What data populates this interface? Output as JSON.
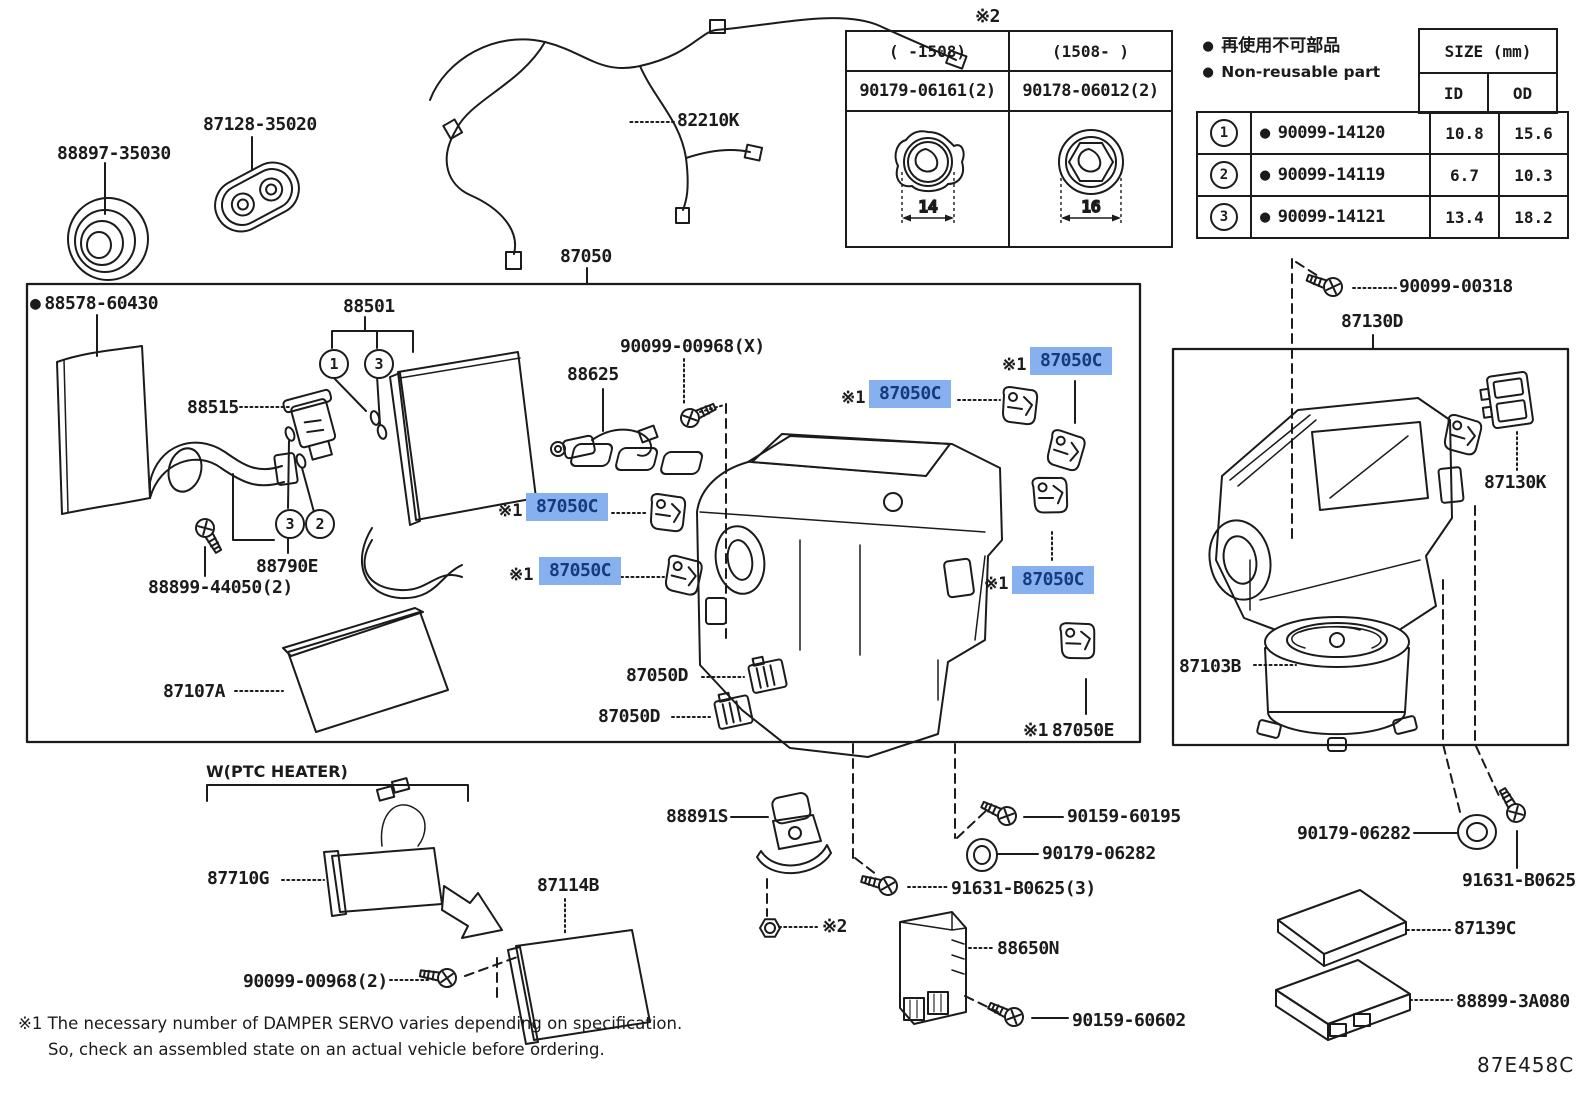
{
  "diagram": {
    "code": "87E458C",
    "highlight_bg": "#86b1ee",
    "highlight_text": "#163a80",
    "line_color": "#1b1b1b"
  },
  "legend": {
    "bullet": "●",
    "jp": "再使用不可部品",
    "en": "Non-reusable part"
  },
  "variant_table": {
    "note_mark": "※2",
    "columns": [
      {
        "range": "(      -1508)",
        "part": "90179-06161(2)",
        "size": "14"
      },
      {
        "range": "(1508-      )",
        "part": "90178-06012(2)",
        "size": "16"
      }
    ]
  },
  "size_table": {
    "title": "SIZE (mm)",
    "col_id": "ID",
    "col_od": "OD",
    "bullet": "●",
    "rows": [
      {
        "ref": "1",
        "part": "90099-14120",
        "id": "10.8",
        "od": "15.6"
      },
      {
        "ref": "2",
        "part": "90099-14119",
        "id": "6.7",
        "od": "10.3"
      },
      {
        "ref": "3",
        "part": "90099-14121",
        "id": "13.4",
        "od": "18.2"
      }
    ]
  },
  "callouts": [
    {
      "n": "1"
    },
    {
      "n": "3"
    },
    {
      "n": "3"
    },
    {
      "n": "2"
    }
  ],
  "labels": [
    {
      "text": "88897-35030"
    },
    {
      "text": "87128-35020"
    },
    {
      "text": "82210K"
    },
    {
      "text": "87050"
    },
    {
      "prefix": "●",
      "text": "88578-60430"
    },
    {
      "text": "88501"
    },
    {
      "text": "88515"
    },
    {
      "text": "90099-00968(X)"
    },
    {
      "text": "88625"
    },
    {
      "prefix": "※1",
      "text": "87050C",
      "highlighted": true
    },
    {
      "prefix": "※1",
      "text": "87050C",
      "highlighted": true
    },
    {
      "prefix": "※1",
      "text": "87050C",
      "highlighted": true
    },
    {
      "prefix": "※1",
      "text": "87050C",
      "highlighted": true
    },
    {
      "prefix": "※1",
      "text": "87050C",
      "highlighted": true
    },
    {
      "text": "88790E"
    },
    {
      "text": "88899-44050(2)"
    },
    {
      "text": "87107A"
    },
    {
      "text": "87050D"
    },
    {
      "text": "87050D"
    },
    {
      "prefix": "※1",
      "text": "87050E"
    },
    {
      "text": "88891S"
    },
    {
      "text": "※2"
    },
    {
      "text": "87710G"
    },
    {
      "text": "87114B"
    },
    {
      "text": "90099-00968(2)"
    },
    {
      "text": "W(PTC HEATER)"
    },
    {
      "text": "88650N"
    },
    {
      "text": "90159-60195"
    },
    {
      "text": "90179-06282"
    },
    {
      "text": "91631-B0625(3)"
    },
    {
      "text": "90159-60602"
    },
    {
      "text": "87130D"
    },
    {
      "text": "90099-00318"
    },
    {
      "text": "87130K"
    },
    {
      "text": "87103B"
    },
    {
      "text": "90179-06282"
    },
    {
      "text": "91631-B0625"
    },
    {
      "text": "87139C"
    },
    {
      "text": "88899-3A080"
    }
  ],
  "notes": {
    "line1": "※1  The necessary number of DAMPER SERVO varies depending on specification.",
    "line2": "So, check an assembled state on an actual vehicle before ordering."
  }
}
